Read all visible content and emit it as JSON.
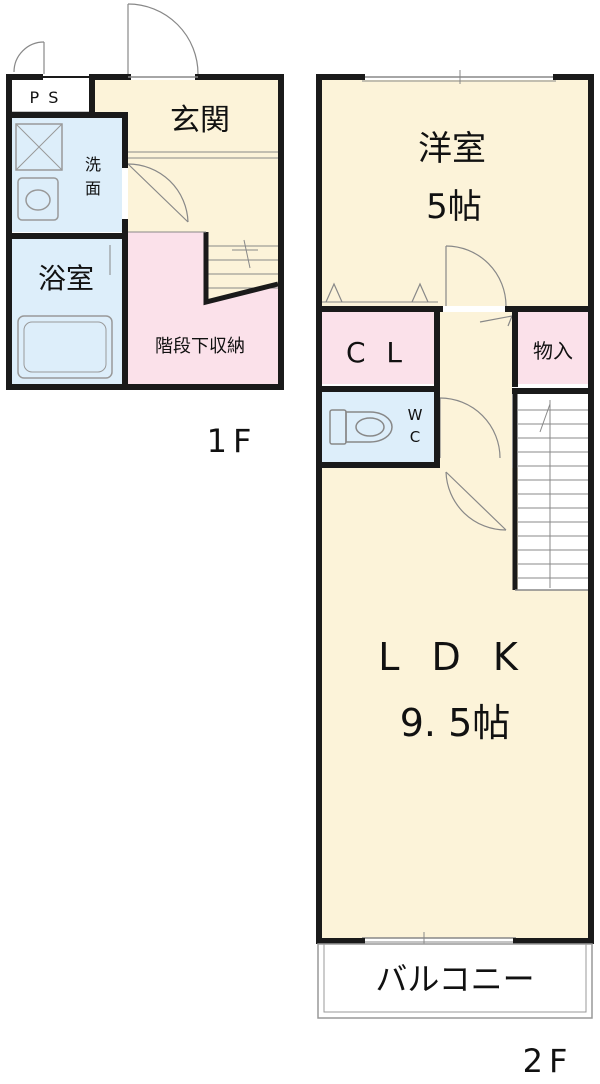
{
  "floor1": {
    "label": "1F",
    "rooms": {
      "ps": "P S",
      "genkan": "玄関",
      "senmen": [
        "洗",
        "面"
      ],
      "yokushitsu": "浴室",
      "kaidan_shitashuno": "階段下収納"
    }
  },
  "floor2": {
    "label": "2F",
    "rooms": {
      "yoshitsu_name": "洋室",
      "yoshitsu_size": "5帖",
      "cl": "C L",
      "monoire": "物入",
      "wc": [
        "W",
        "C"
      ],
      "ldk_name": "L D K",
      "ldk_size": "9. 5帖",
      "balcony": "バルコニー"
    }
  },
  "colors": {
    "living": "#fcf3d9",
    "storage": "#fbe1ea",
    "wet": "#ddeefa",
    "wall": "#1a1a1a",
    "thin": "#888888"
  }
}
